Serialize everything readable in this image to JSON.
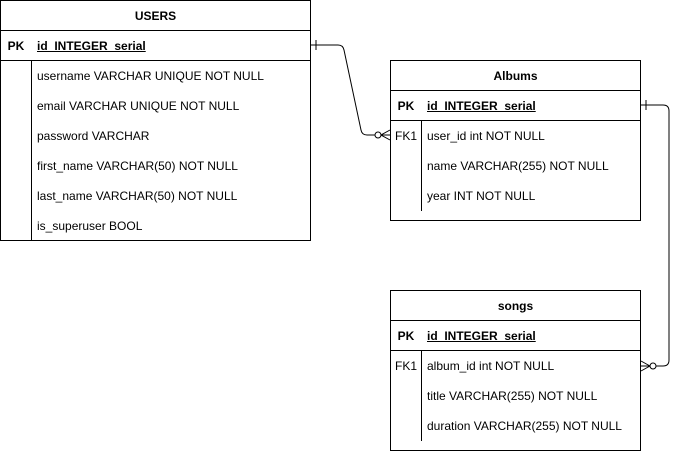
{
  "entities": {
    "users": {
      "title": "USERS",
      "pk_label": "PK",
      "pk_field": "id_INTEGER_serial",
      "attributes": [
        {
          "key": "",
          "name": "username VARCHAR UNIQUE NOT NULL"
        },
        {
          "key": "",
          "name": "email VARCHAR UNIQUE NOT NULL"
        },
        {
          "key": "",
          "name": "password VARCHAR"
        },
        {
          "key": "",
          "name": "first_name VARCHAR(50) NOT NULL"
        },
        {
          "key": "",
          "name": "last_name VARCHAR(50) NOT NULL"
        },
        {
          "key": "",
          "name": "is_superuser BOOL"
        }
      ]
    },
    "albums": {
      "title": "Albums",
      "pk_label": "PK",
      "pk_field": "id_INTEGER_serial",
      "attributes": [
        {
          "key": "FK1",
          "name": "user_id int NOT NULL"
        },
        {
          "key": "",
          "name": "name VARCHAR(255) NOT NULL"
        },
        {
          "key": "",
          "name": "year INT NOT NULL"
        }
      ]
    },
    "songs": {
      "title": "songs",
      "pk_label": "PK",
      "pk_field": "id_INTEGER_serial",
      "attributes": [
        {
          "key": "FK1",
          "name": "album_id int NOT NULL"
        },
        {
          "key": "",
          "name": "title VARCHAR(255) NOT NULL"
        },
        {
          "key": "",
          "name": "duration VARCHAR(255) NOT NULL"
        }
      ]
    }
  },
  "relationships": [
    {
      "from": "USERS",
      "to": "Albums",
      "from_cardinality": "one",
      "to_cardinality": "zero-or-many"
    },
    {
      "from": "Albums",
      "to": "songs",
      "from_cardinality": "one",
      "to_cardinality": "zero-or-many"
    }
  ],
  "colors": {
    "line": "#000000",
    "background": "#ffffff"
  }
}
